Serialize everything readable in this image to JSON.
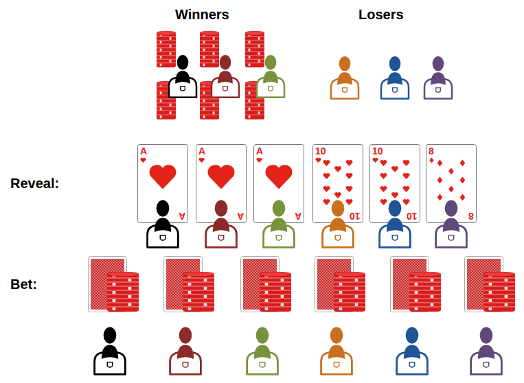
{
  "diagram": {
    "labels": [
      "Winners",
      "Losers",
      "Reveal:",
      "A",
      "A",
      "A",
      "A",
      "A",
      "A",
      "10",
      "10",
      "10",
      "10",
      "8",
      "8",
      "Bet:"
    ]
  }
}
